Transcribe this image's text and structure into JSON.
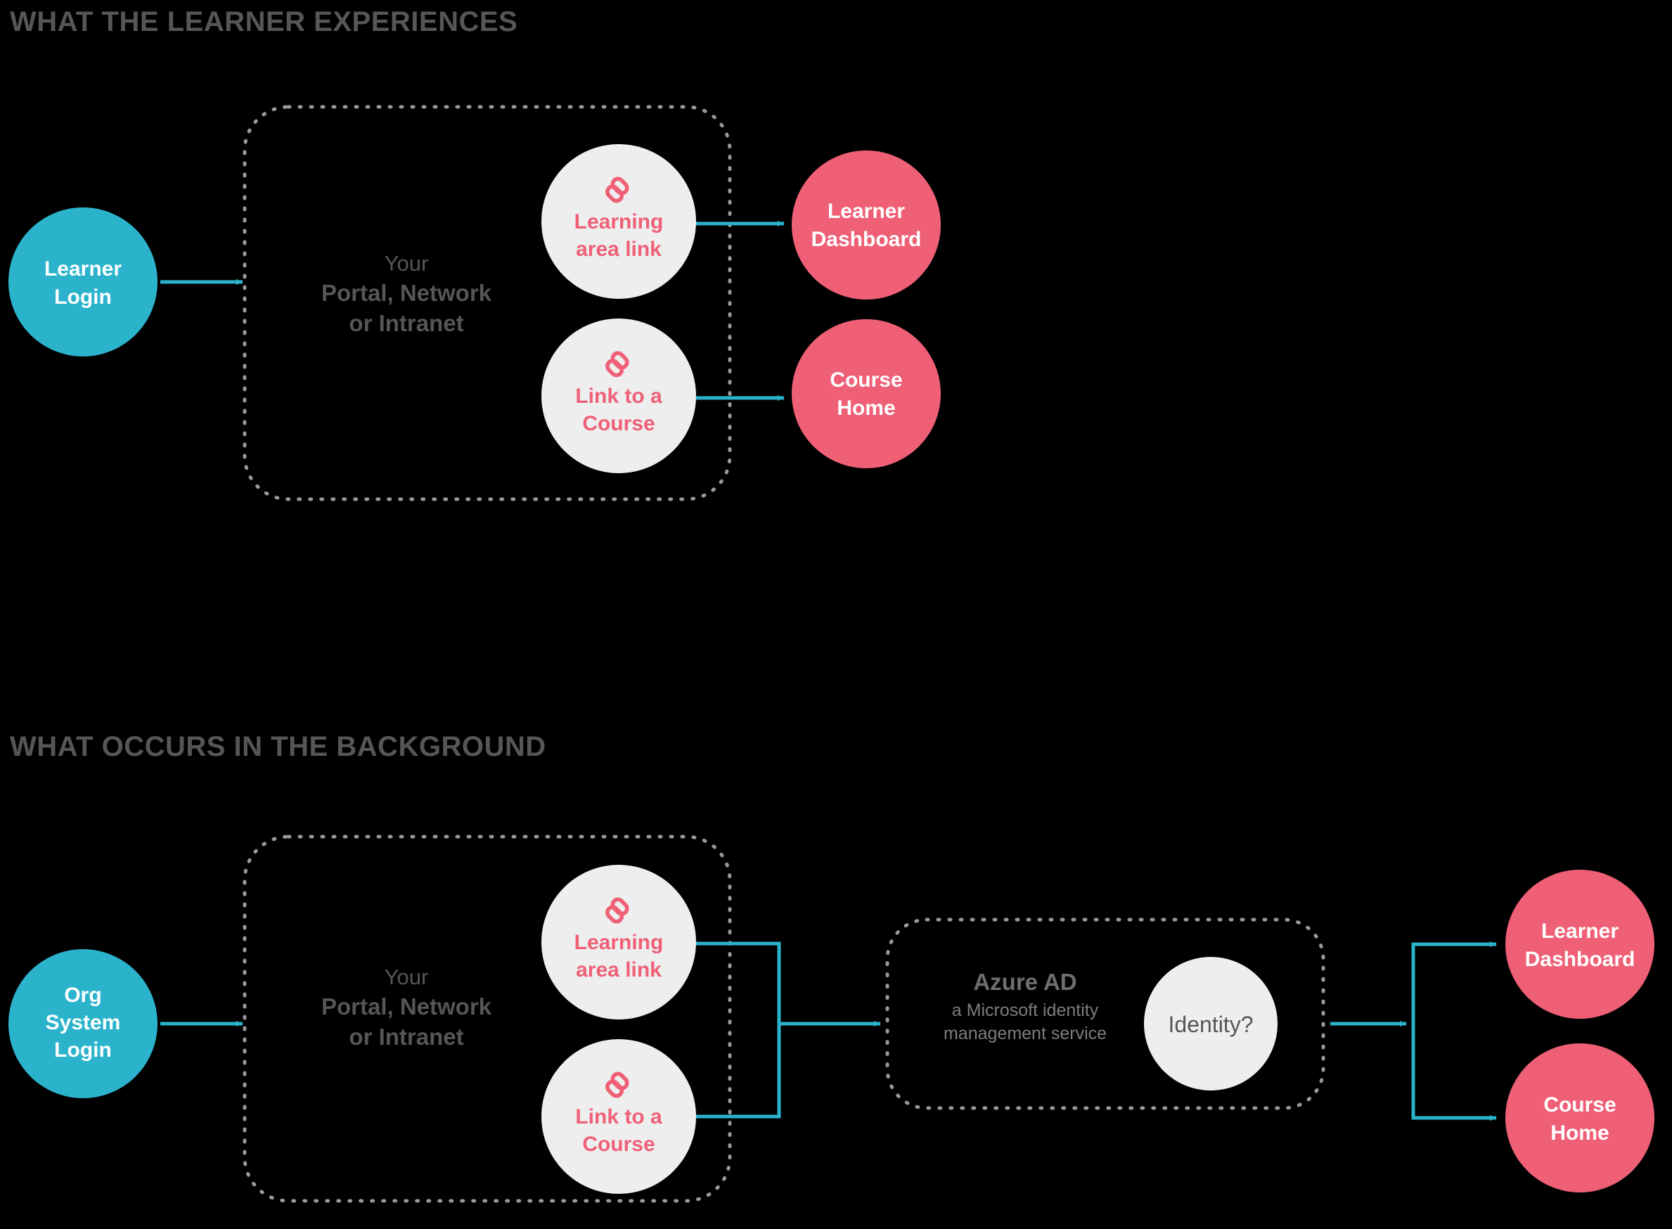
{
  "page": {
    "background": "#000000",
    "colors": {
      "cyan": "#2bb3cc",
      "pink": "#ef6077",
      "offwhite": "#eeeeee",
      "gray_text": "#565656",
      "dashed_border": "#9a9a9a"
    }
  },
  "sections": [
    {
      "id": "learner-experience",
      "title": "WHAT THE LEARNER EXPERIENCES",
      "start_node": {
        "label_lines": [
          "Learner",
          "Login"
        ],
        "color": "#2bb3cc"
      },
      "portal_box": {
        "line1": "Your",
        "line2": "Portal, Network",
        "line3": "or Intranet",
        "border_style": "dashed"
      },
      "link_nodes": [
        {
          "icon": "chain-link-icon",
          "label_lines": [
            "Learning",
            "area link"
          ]
        },
        {
          "icon": "chain-link-icon",
          "label_lines": [
            "Link to a",
            "Course"
          ]
        }
      ],
      "destinations": [
        {
          "label_lines": [
            "Learner",
            "Dashboard"
          ],
          "color": "#ef6077"
        },
        {
          "label_lines": [
            "Course",
            "Home"
          ],
          "color": "#ef6077"
        }
      ]
    },
    {
      "id": "background-process",
      "title": "WHAT OCCURS IN THE BACKGROUND",
      "start_node": {
        "label_lines": [
          "Org",
          "System",
          "Login"
        ],
        "color": "#2bb3cc"
      },
      "portal_box": {
        "line1": "Your",
        "line2": "Portal, Network",
        "line3": "or Intranet",
        "border_style": "dashed"
      },
      "link_nodes": [
        {
          "icon": "chain-link-icon",
          "label_lines": [
            "Learning",
            "area link"
          ]
        },
        {
          "icon": "chain-link-icon",
          "label_lines": [
            "Link to a",
            "Course"
          ]
        }
      ],
      "azure_box": {
        "title": "Azure AD",
        "desc_line1": "a Microsoft identity",
        "desc_line2": "management service",
        "identity_node": {
          "label": "Identity?"
        },
        "border_style": "dashed"
      },
      "destinations": [
        {
          "label_lines": [
            "Learner",
            "Dashboard"
          ],
          "color": "#ef6077"
        },
        {
          "label_lines": [
            "Course",
            "Home"
          ],
          "color": "#ef6077"
        }
      ]
    }
  ]
}
